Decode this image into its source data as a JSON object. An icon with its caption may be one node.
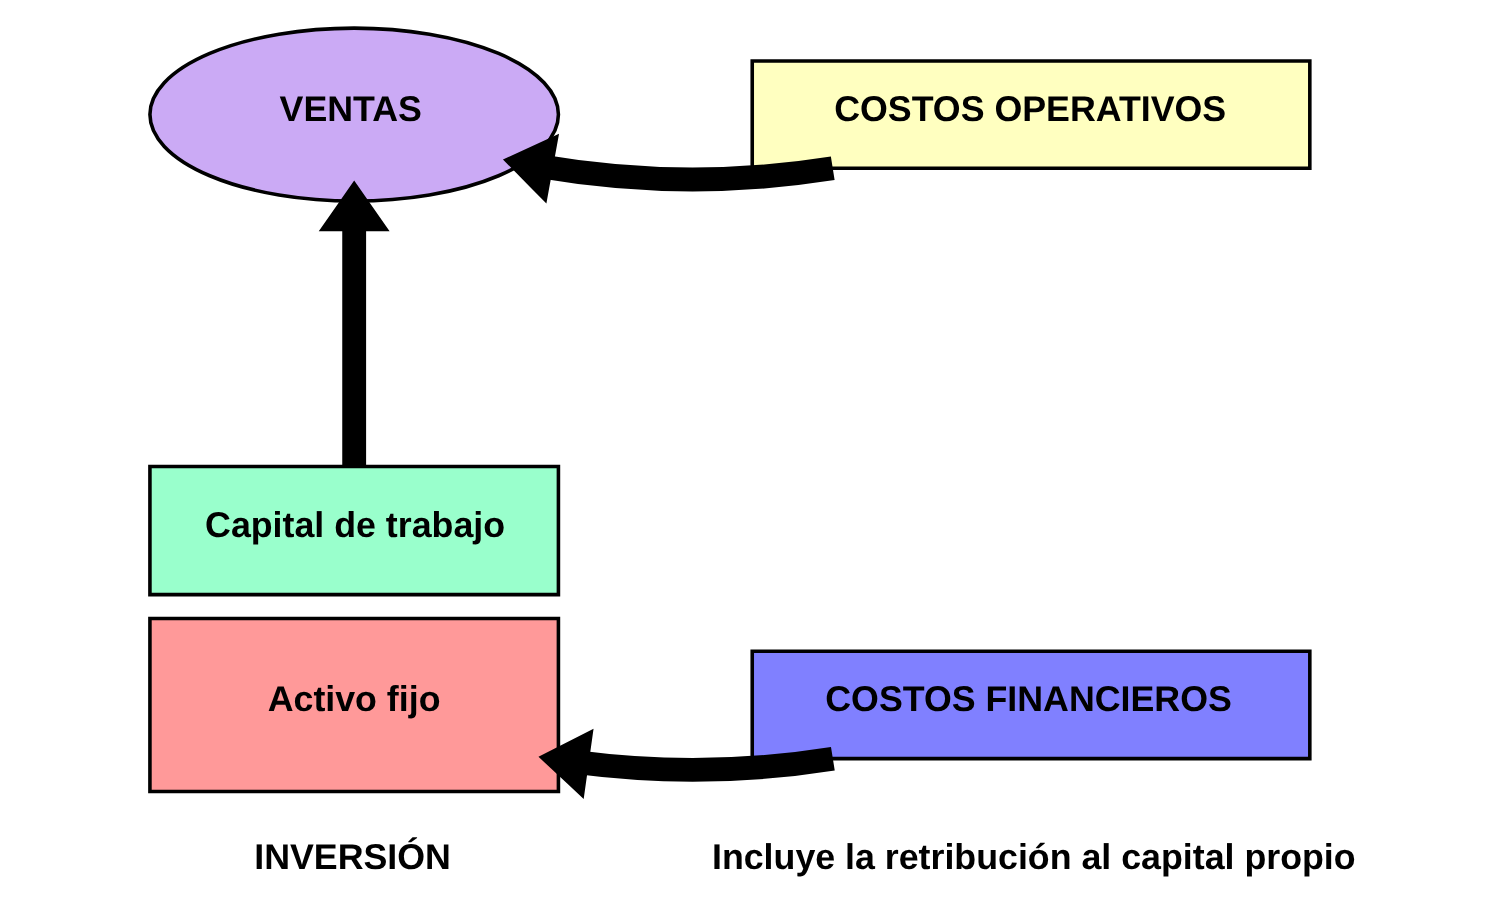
{
  "diagram": {
    "nodes": [
      {
        "text": [
          "VENTAS"
        ]
      },
      {
        "text": [
          "COSTOS OPERATIVOS"
        ]
      },
      {
        "text": [
          "Capital de trabajo"
        ]
      },
      {
        "text": [
          "Activo fijo"
        ]
      },
      {
        "text": [
          "COSTOS FINANCIEROS"
        ]
      }
    ],
    "edges": [
      {
        "from": 1,
        "to": 0,
        "arrow": "to"
      },
      {
        "from": 2,
        "to": 0,
        "arrow": "to"
      },
      {
        "from": 4,
        "to": 3,
        "arrow": "to"
      }
    ],
    "labels": [
      "Incluye la retribución al capital propio",
      "INVERSIÓN"
    ]
  }
}
